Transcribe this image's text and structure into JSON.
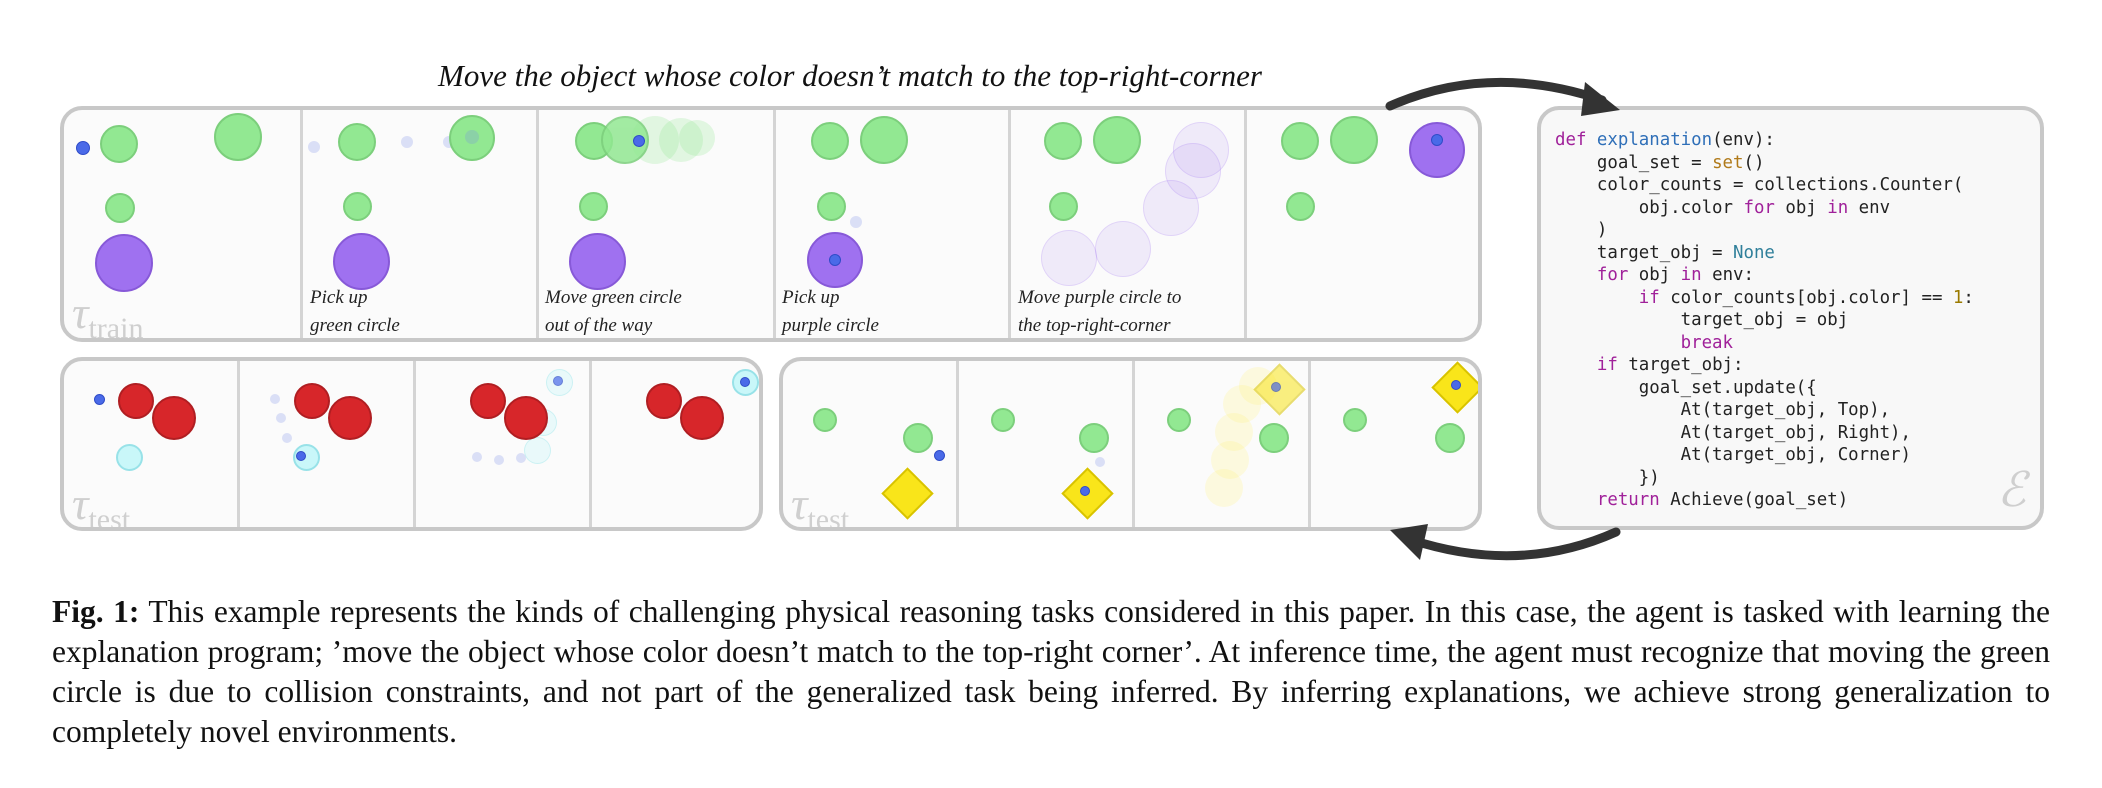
{
  "figure_title": "Move the object whose color doesn’t match to the top-right-corner",
  "train_panel": {
    "tau_symbol": "τ",
    "tau_subscript": "train",
    "step_captions": [
      "",
      "Pick up\ngreen circle",
      "Move green circle\nout of the way",
      "Pick up\npurple circle",
      "Move purple circle to\nthe top-right-corner",
      ""
    ]
  },
  "test_panel_1": {
    "tau_symbol": "τ",
    "tau_subscript": "test"
  },
  "test_panel_2": {
    "tau_symbol": "τ",
    "tau_subscript": "test"
  },
  "code_panel": {
    "lines": [
      "def explanation(env):",
      "    goal_set = set()",
      "    color_counts = collections.Counter(",
      "        obj.color for obj in env",
      "    )",
      "    target_obj = None",
      "    for obj in env:",
      "        if color_counts[obj.color] == 1:",
      "            target_obj = obj",
      "            break",
      "    if target_obj:",
      "        goal_set.update({",
      "            At(target_obj, Top),",
      "            At(target_obj, Right),",
      "            At(target_obj, Corner)",
      "        })",
      "    return Achieve(goal_set)"
    ],
    "symbol": "ℰ"
  },
  "caption": {
    "label": "Fig. 1:",
    "text": " This example represents the kinds of challenging physical reasoning tasks considered in this paper. In this case, the agent is tasked with learning the explanation program; ’move the object whose color doesn’t match to the top-right corner’. At inference time, the agent must recognize that moving the green circle is due to collision constraints, and not part of the generalized task being inferred. By inferring explanations, we achieve strong generalization to completely novel environments."
  },
  "colors": {
    "green": "#92e892",
    "purple": "#9f71f0",
    "red": "#d7262a",
    "cyan": "#c9f7f9",
    "yellow": "#f9e51a",
    "agent_blue": "#4a6ae8",
    "panel_border": "#c8c8c8",
    "arrow": "#333333"
  }
}
